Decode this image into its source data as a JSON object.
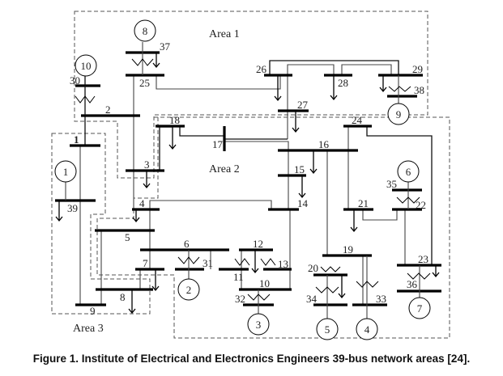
{
  "title": "IEEE 39-bus network areas",
  "caption": "Figure 1. Institute of Electrical and Electronics Engineers 39-bus network areas [24].",
  "areas": [
    {
      "id": "area1",
      "label": "Area 1"
    },
    {
      "id": "area2",
      "label": "Area 2"
    },
    {
      "id": "area3",
      "label": "Area 3"
    }
  ],
  "buses": {
    "b1": "1",
    "b2": "2",
    "b3": "3",
    "b4": "4",
    "b5": "5",
    "b6": "6",
    "b7": "7",
    "b8": "8",
    "b9": "9",
    "b10": "10",
    "b11": "11",
    "b12": "12",
    "b13": "13",
    "b14": "14",
    "b15": "15",
    "b16": "16",
    "b17": "17",
    "b18": "18",
    "b19": "19",
    "b20": "20",
    "b21": "21",
    "b22": "22",
    "b23": "23",
    "b24": "24",
    "b25": "25",
    "b26": "26",
    "b27": "27",
    "b28": "28",
    "b29": "29",
    "b30": "30",
    "b31": "31",
    "b32": "32",
    "b33": "33",
    "b34": "34",
    "b35": "35",
    "b36": "36",
    "b37": "37",
    "b38": "38",
    "b39": "39"
  },
  "generators": {
    "g1": "1",
    "g2": "2",
    "g3": "3",
    "g4": "4",
    "g5": "5",
    "g6": "6",
    "g7": "7",
    "g8": "8",
    "g9": "9",
    "g10": "10"
  }
}
